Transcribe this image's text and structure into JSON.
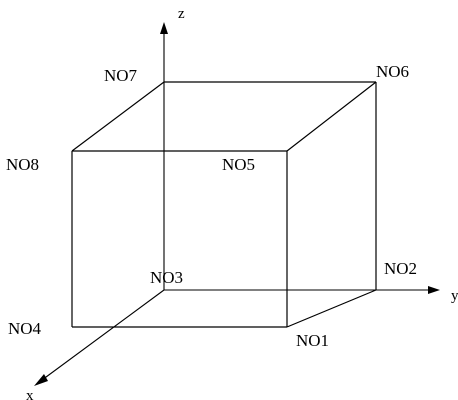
{
  "diagram": {
    "axes": {
      "z_label": "z",
      "y_label": "y",
      "x_label": "x"
    },
    "nodes": {
      "no1": "NO1",
      "no2": "NO2",
      "no3": "NO3",
      "no4": "NO4",
      "no5": "NO5",
      "no6": "NO6",
      "no7": "NO7",
      "no8": "NO8"
    },
    "colors": {
      "line": "#000000",
      "background": "#ffffff"
    }
  }
}
